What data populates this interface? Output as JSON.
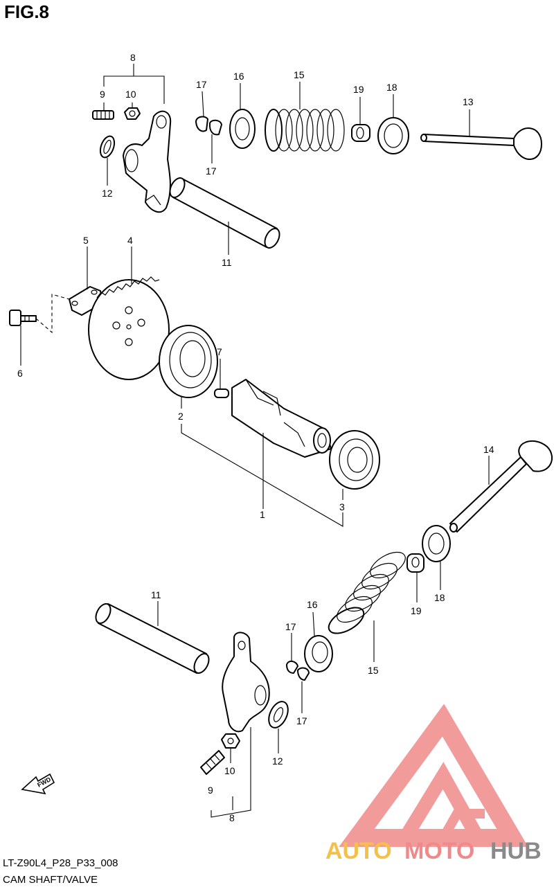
{
  "figure": {
    "title": "FIG.8",
    "code": "LT-Z90L4_P28_P33_008",
    "name": "CAM SHAFT/VALVE"
  },
  "callouts": [
    "8",
    "9",
    "10",
    "12",
    "17",
    "17",
    "16",
    "15",
    "19",
    "18",
    "13",
    "11",
    "5",
    "4",
    "6",
    "7",
    "2",
    "1",
    "3",
    "14",
    "18",
    "19",
    "11",
    "16",
    "17",
    "15",
    "17",
    "12",
    "10",
    "9",
    "8"
  ],
  "fwd_label": "FWD",
  "watermark": {
    "part1": "AUTO",
    "part2": "MOTO",
    "part3": "HUB",
    "colors": {
      "auto": "#f5c04a",
      "moto": "#f08a8a",
      "hub": "#8a8a8a",
      "logo": "#f08a8a"
    }
  }
}
